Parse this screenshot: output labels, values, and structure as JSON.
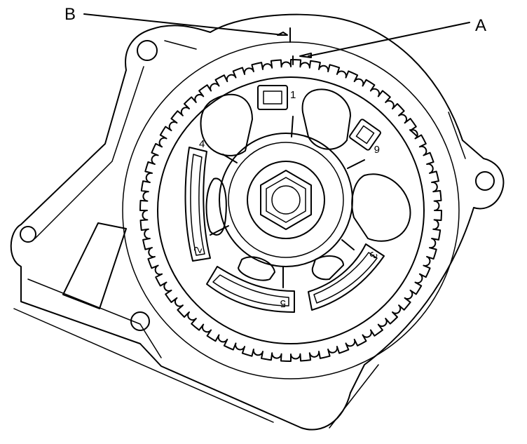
{
  "callouts": {
    "a": "A",
    "b": "B"
  },
  "segment_numbers": [
    "1",
    "2",
    "3",
    "4",
    "5",
    "6"
  ],
  "colors": {
    "line": "#000000",
    "background": "#ffffff"
  }
}
